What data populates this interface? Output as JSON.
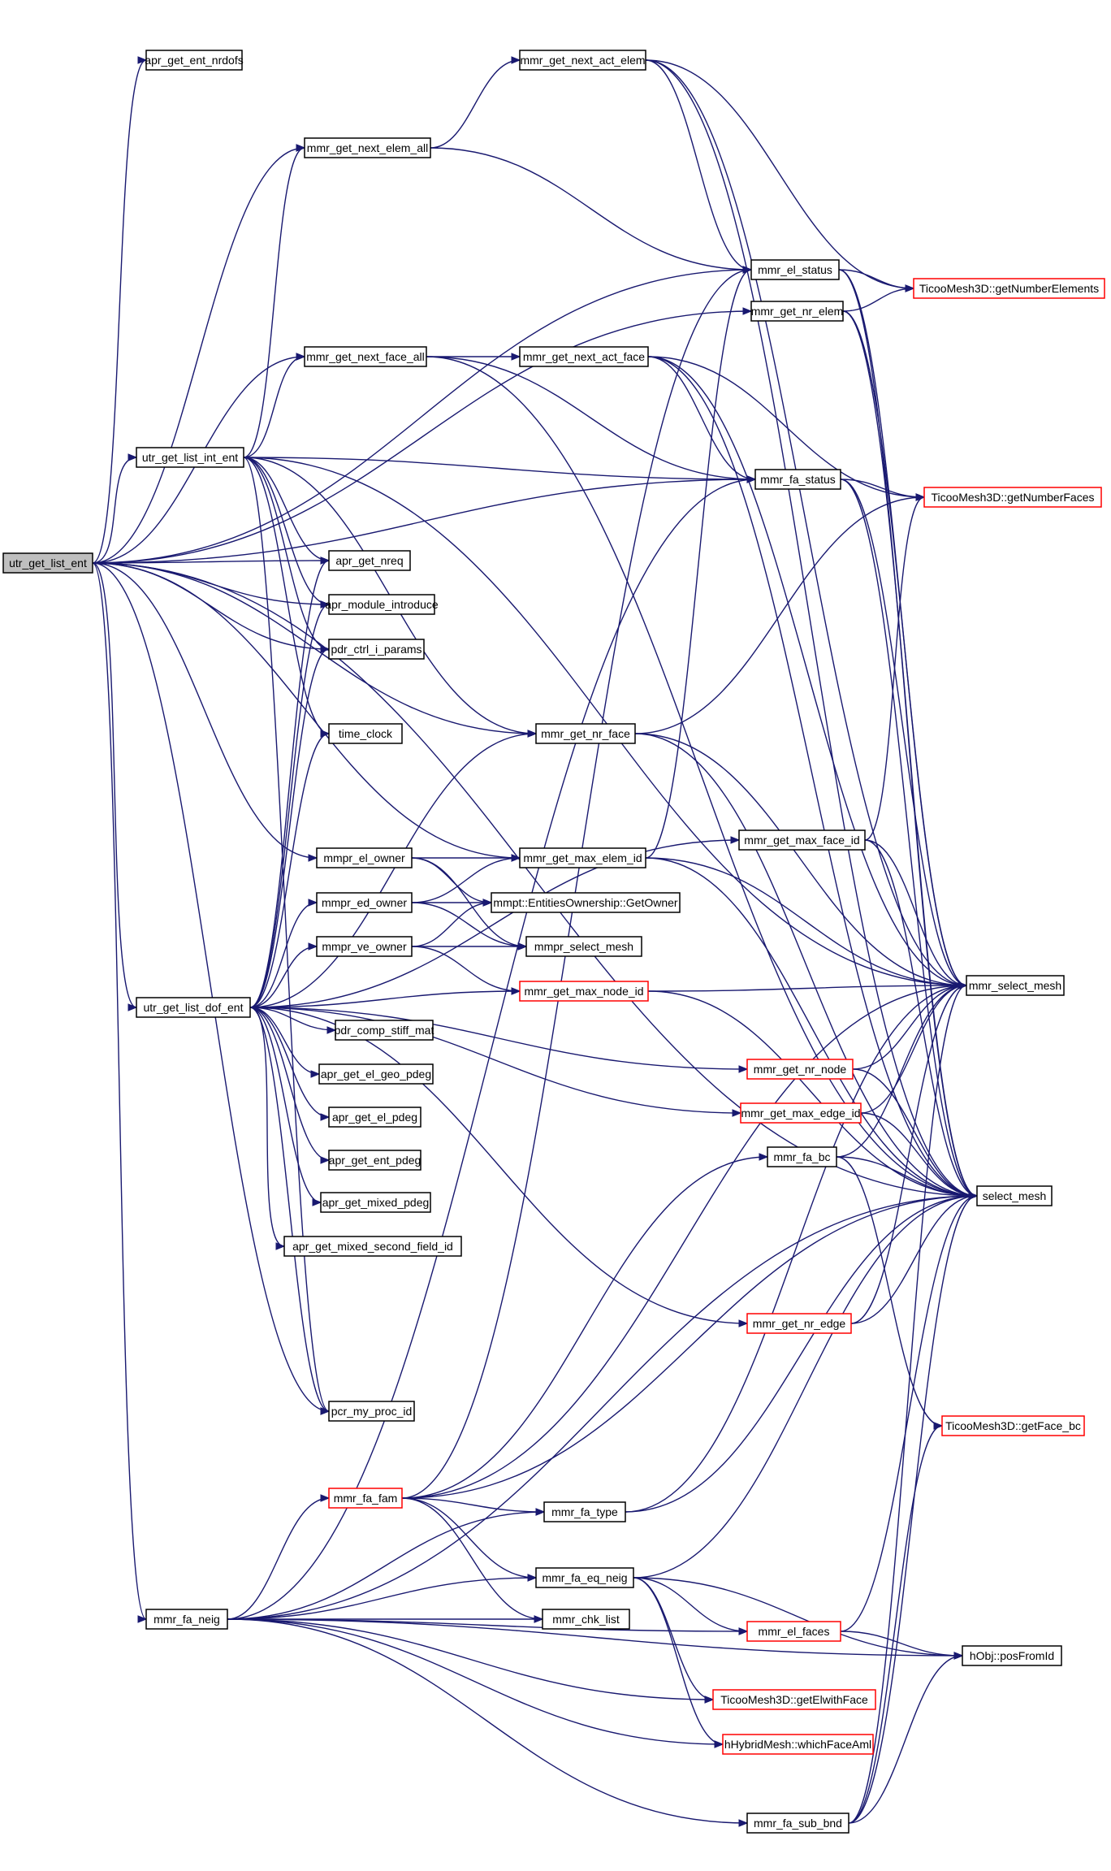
{
  "colors": {
    "edge": "#191970",
    "node_border": "#000000",
    "truncated_border": "#ff0000",
    "root_fill": "#bfbfbf",
    "node_fill": "#ffffff"
  },
  "nodes": {
    "utr_get_list_ent": {
      "label": "utr_get_list_ent",
      "root": true
    },
    "apr_get_ent_nrdofs": {
      "label": "apr_get_ent_nrdofs"
    },
    "mmr_get_next_elem_all": {
      "label": "mmr_get_next_elem_all"
    },
    "mmr_get_next_act_elem": {
      "label": "mmr_get_next_act_elem"
    },
    "mmr_el_status": {
      "label": "mmr_el_status"
    },
    "mmr_get_nr_elem": {
      "label": "mmr_get_nr_elem"
    },
    "TicooMesh3D_getNumberElements": {
      "label": "TicooMesh3D::getNumberElements",
      "truncated": true
    },
    "mmr_get_next_face_all": {
      "label": "mmr_get_next_face_all"
    },
    "mmr_get_next_act_face": {
      "label": "mmr_get_next_act_face"
    },
    "utr_get_list_int_ent": {
      "label": "utr_get_list_int_ent"
    },
    "mmr_fa_status": {
      "label": "mmr_fa_status"
    },
    "TicooMesh3D_getNumberFaces": {
      "label": "TicooMesh3D::getNumberFaces",
      "truncated": true
    },
    "apr_get_nreq": {
      "label": "apr_get_nreq"
    },
    "apr_module_introduce": {
      "label": "apr_module_introduce"
    },
    "pdr_ctrl_i_params": {
      "label": "pdr_ctrl_i_params"
    },
    "time_clock": {
      "label": "time_clock"
    },
    "mmr_get_nr_face": {
      "label": "mmr_get_nr_face"
    },
    "mmpr_el_owner": {
      "label": "mmpr_el_owner"
    },
    "mmr_get_max_elem_id": {
      "label": "mmr_get_max_elem_id"
    },
    "mmr_get_max_face_id": {
      "label": "mmr_get_max_face_id"
    },
    "mmpr_ed_owner": {
      "label": "mmpr_ed_owner"
    },
    "mmpt_EntitiesOwnership_GetOwner": {
      "label": "mmpt::EntitiesOwnership::GetOwner"
    },
    "mmpr_ve_owner": {
      "label": "mmpr_ve_owner"
    },
    "mmpr_select_mesh": {
      "label": "mmpr_select_mesh"
    },
    "mmr_select_mesh": {
      "label": "mmr_select_mesh"
    },
    "utr_get_list_dof_ent": {
      "label": "utr_get_list_dof_ent"
    },
    "mmr_get_max_node_id": {
      "label": "mmr_get_max_node_id",
      "truncated": true
    },
    "pdr_comp_stiff_mat": {
      "label": "pdr_comp_stiff_mat"
    },
    "apr_get_el_geo_pdeg": {
      "label": "apr_get_el_geo_pdeg"
    },
    "mmr_get_nr_node": {
      "label": "mmr_get_nr_node",
      "truncated": true
    },
    "apr_get_el_pdeg": {
      "label": "apr_get_el_pdeg"
    },
    "mmr_get_max_edge_id": {
      "label": "mmr_get_max_edge_id",
      "truncated": true
    },
    "mmr_fa_bc": {
      "label": "mmr_fa_bc"
    },
    "apr_get_ent_pdeg": {
      "label": "apr_get_ent_pdeg"
    },
    "select_mesh": {
      "label": "select_mesh"
    },
    "apr_get_mixed_pdeg": {
      "label": "apr_get_mixed_pdeg"
    },
    "apr_get_mixed_second_field_id": {
      "label": "apr_get_mixed_second_field_id"
    },
    "mmr_get_nr_edge": {
      "label": "mmr_get_nr_edge",
      "truncated": true
    },
    "pcr_my_proc_id": {
      "label": "pcr_my_proc_id"
    },
    "TicooMesh3D_getFace_bc": {
      "label": "TicooMesh3D::getFace_bc",
      "truncated": true
    },
    "mmr_fa_fam": {
      "label": "mmr_fa_fam",
      "truncated": true
    },
    "mmr_fa_type": {
      "label": "mmr_fa_type"
    },
    "mmr_fa_eq_neig": {
      "label": "mmr_fa_eq_neig"
    },
    "mmr_fa_neig": {
      "label": "mmr_fa_neig"
    },
    "mmr_chk_list": {
      "label": "mmr_chk_list"
    },
    "mmr_el_faces": {
      "label": "mmr_el_faces",
      "truncated": true
    },
    "hObj_posFromId": {
      "label": "hObj::posFromId"
    },
    "TicooMesh3D_getElwithFace": {
      "label": "TicooMesh3D::getElwithFace",
      "truncated": true
    },
    "hHybridMesh_whichFaceAml": {
      "label": "hHybridMesh::whichFaceAml",
      "truncated": true
    },
    "mmr_fa_sub_bnd": {
      "label": "mmr_fa_sub_bnd"
    }
  },
  "edges": [
    [
      "utr_get_list_ent",
      "apr_get_ent_nrdofs"
    ],
    [
      "utr_get_list_ent",
      "mmr_get_next_elem_all"
    ],
    [
      "utr_get_list_ent",
      "mmr_el_status"
    ],
    [
      "utr_get_list_ent",
      "mmr_get_nr_elem"
    ],
    [
      "utr_get_list_ent",
      "utr_get_list_int_ent"
    ],
    [
      "utr_get_list_ent",
      "mmr_get_next_face_all"
    ],
    [
      "utr_get_list_ent",
      "mmr_fa_status"
    ],
    [
      "utr_get_list_ent",
      "apr_get_nreq"
    ],
    [
      "utr_get_list_ent",
      "apr_module_introduce"
    ],
    [
      "utr_get_list_ent",
      "pdr_ctrl_i_params"
    ],
    [
      "utr_get_list_ent",
      "mmr_get_nr_face"
    ],
    [
      "utr_get_list_ent",
      "mmpr_el_owner"
    ],
    [
      "utr_get_list_ent",
      "mmr_get_max_elem_id"
    ],
    [
      "utr_get_list_ent",
      "utr_get_list_dof_ent"
    ],
    [
      "utr_get_list_ent",
      "select_mesh"
    ],
    [
      "utr_get_list_ent",
      "pcr_my_proc_id"
    ],
    [
      "utr_get_list_ent",
      "mmr_fa_neig"
    ],
    [
      "mmr_get_next_elem_all",
      "mmr_get_next_act_elem"
    ],
    [
      "mmr_get_next_elem_all",
      "mmr_el_status"
    ],
    [
      "mmr_get_next_act_elem",
      "mmr_el_status"
    ],
    [
      "mmr_get_next_act_elem",
      "TicooMesh3D_getNumberElements"
    ],
    [
      "mmr_get_next_act_elem",
      "mmr_select_mesh"
    ],
    [
      "mmr_get_next_act_elem",
      "select_mesh"
    ],
    [
      "mmr_el_status",
      "TicooMesh3D_getNumberElements"
    ],
    [
      "mmr_el_status",
      "mmr_select_mesh"
    ],
    [
      "mmr_el_status",
      "select_mesh"
    ],
    [
      "mmr_get_nr_elem",
      "TicooMesh3D_getNumberElements"
    ],
    [
      "mmr_get_nr_elem",
      "mmr_select_mesh"
    ],
    [
      "mmr_get_nr_elem",
      "select_mesh"
    ],
    [
      "utr_get_list_int_ent",
      "mmr_get_next_elem_all"
    ],
    [
      "utr_get_list_int_ent",
      "mmr_get_next_face_all"
    ],
    [
      "utr_get_list_int_ent",
      "mmr_fa_status"
    ],
    [
      "utr_get_list_int_ent",
      "apr_get_nreq"
    ],
    [
      "utr_get_list_int_ent",
      "apr_module_introduce"
    ],
    [
      "utr_get_list_int_ent",
      "pdr_ctrl_i_params"
    ],
    [
      "utr_get_list_int_ent",
      "time_clock"
    ],
    [
      "utr_get_list_int_ent",
      "mmr_get_nr_face"
    ],
    [
      "utr_get_list_int_ent",
      "mmr_select_mesh"
    ],
    [
      "utr_get_list_int_ent",
      "pcr_my_proc_id"
    ],
    [
      "mmr_get_next_face_all",
      "mmr_get_next_act_face"
    ],
    [
      "mmr_get_next_face_all",
      "mmr_fa_status"
    ],
    [
      "mmr_get_next_face_all",
      "select_mesh"
    ],
    [
      "mmr_get_next_act_face",
      "mmr_fa_status"
    ],
    [
      "mmr_get_next_act_face",
      "TicooMesh3D_getNumberFaces"
    ],
    [
      "mmr_get_next_act_face",
      "mmr_select_mesh"
    ],
    [
      "mmr_get_next_act_face",
      "select_mesh"
    ],
    [
      "mmr_fa_status",
      "TicooMesh3D_getNumberFaces"
    ],
    [
      "mmr_fa_status",
      "mmr_select_mesh"
    ],
    [
      "mmr_fa_status",
      "select_mesh"
    ],
    [
      "mmr_get_nr_face",
      "TicooMesh3D_getNumberFaces"
    ],
    [
      "mmr_get_nr_face",
      "mmr_select_mesh"
    ],
    [
      "mmr_get_nr_face",
      "select_mesh"
    ],
    [
      "mmpr_el_owner",
      "mmr_get_max_elem_id"
    ],
    [
      "mmpr_el_owner",
      "mmpt_EntitiesOwnership_GetOwner"
    ],
    [
      "mmpr_el_owner",
      "mmpr_select_mesh"
    ],
    [
      "mmr_get_max_elem_id",
      "mmr_el_status"
    ],
    [
      "mmr_get_max_elem_id",
      "mmr_select_mesh"
    ],
    [
      "mmr_get_max_elem_id",
      "select_mesh"
    ],
    [
      "mmr_get_max_face_id",
      "TicooMesh3D_getNumberFaces"
    ],
    [
      "mmr_get_max_face_id",
      "mmr_select_mesh"
    ],
    [
      "mmr_get_max_face_id",
      "select_mesh"
    ],
    [
      "mmpr_ed_owner",
      "mmr_get_max_elem_id"
    ],
    [
      "mmpr_ed_owner",
      "mmpt_EntitiesOwnership_GetOwner"
    ],
    [
      "mmpr_ed_owner",
      "mmpr_select_mesh"
    ],
    [
      "mmpr_ve_owner",
      "mmpt_EntitiesOwnership_GetOwner"
    ],
    [
      "mmpr_ve_owner",
      "mmpr_select_mesh"
    ],
    [
      "mmpr_ve_owner",
      "mmr_get_max_node_id"
    ],
    [
      "utr_get_list_dof_ent",
      "apr_get_nreq"
    ],
    [
      "utr_get_list_dof_ent",
      "apr_module_introduce"
    ],
    [
      "utr_get_list_dof_ent",
      "pdr_ctrl_i_params"
    ],
    [
      "utr_get_list_dof_ent",
      "time_clock"
    ],
    [
      "utr_get_list_dof_ent",
      "mmr_get_nr_face"
    ],
    [
      "utr_get_list_dof_ent",
      "mmr_get_max_face_id"
    ],
    [
      "utr_get_list_dof_ent",
      "mmpr_ed_owner"
    ],
    [
      "utr_get_list_dof_ent",
      "mmpr_ve_owner"
    ],
    [
      "utr_get_list_dof_ent",
      "mmr_get_max_node_id"
    ],
    [
      "utr_get_list_dof_ent",
      "pdr_comp_stiff_mat"
    ],
    [
      "utr_get_list_dof_ent",
      "apr_get_el_geo_pdeg"
    ],
    [
      "utr_get_list_dof_ent",
      "apr_get_el_pdeg"
    ],
    [
      "utr_get_list_dof_ent",
      "apr_get_ent_pdeg"
    ],
    [
      "utr_get_list_dof_ent",
      "apr_get_mixed_pdeg"
    ],
    [
      "utr_get_list_dof_ent",
      "apr_get_mixed_second_field_id"
    ],
    [
      "utr_get_list_dof_ent",
      "mmr_get_nr_node"
    ],
    [
      "utr_get_list_dof_ent",
      "mmr_get_max_edge_id"
    ],
    [
      "utr_get_list_dof_ent",
      "mmr_get_nr_edge"
    ],
    [
      "utr_get_list_dof_ent",
      "pcr_my_proc_id"
    ],
    [
      "mmr_get_max_node_id",
      "mmr_select_mesh"
    ],
    [
      "mmr_get_max_node_id",
      "select_mesh"
    ],
    [
      "mmr_get_nr_node",
      "mmr_select_mesh"
    ],
    [
      "mmr_get_nr_node",
      "select_mesh"
    ],
    [
      "mmr_get_max_edge_id",
      "mmr_select_mesh"
    ],
    [
      "mmr_get_max_edge_id",
      "select_mesh"
    ],
    [
      "mmr_fa_bc",
      "mmr_select_mesh"
    ],
    [
      "mmr_fa_bc",
      "select_mesh"
    ],
    [
      "mmr_fa_bc",
      "TicooMesh3D_getFace_bc"
    ],
    [
      "mmr_get_nr_edge",
      "mmr_select_mesh"
    ],
    [
      "mmr_get_nr_edge",
      "select_mesh"
    ],
    [
      "mmr_fa_fam",
      "mmr_el_status"
    ],
    [
      "mmr_fa_fam",
      "mmr_fa_bc"
    ],
    [
      "mmr_fa_fam",
      "mmr_select_mesh"
    ],
    [
      "mmr_fa_fam",
      "select_mesh"
    ],
    [
      "mmr_fa_fam",
      "mmr_fa_type"
    ],
    [
      "mmr_fa_fam",
      "mmr_fa_eq_neig"
    ],
    [
      "mmr_fa_fam",
      "mmr_chk_list"
    ],
    [
      "mmr_fa_type",
      "mmr_select_mesh"
    ],
    [
      "mmr_fa_type",
      "select_mesh"
    ],
    [
      "mmr_fa_eq_neig",
      "select_mesh"
    ],
    [
      "mmr_fa_eq_neig",
      "mmr_el_faces"
    ],
    [
      "mmr_fa_eq_neig",
      "hObj_posFromId"
    ],
    [
      "mmr_fa_eq_neig",
      "TicooMesh3D_getElwithFace"
    ],
    [
      "mmr_fa_eq_neig",
      "hHybridMesh_whichFaceAml"
    ],
    [
      "mmr_fa_neig",
      "mmr_fa_fam"
    ],
    [
      "mmr_fa_neig",
      "mmr_fa_type"
    ],
    [
      "mmr_fa_neig",
      "mmr_fa_eq_neig"
    ],
    [
      "mmr_fa_neig",
      "mmr_chk_list"
    ],
    [
      "mmr_fa_neig",
      "mmr_el_faces"
    ],
    [
      "mmr_fa_neig",
      "TicooMesh3D_getElwithFace"
    ],
    [
      "mmr_fa_neig",
      "hHybridMesh_whichFaceAml"
    ],
    [
      "mmr_fa_neig",
      "mmr_fa_sub_bnd"
    ],
    [
      "mmr_fa_neig",
      "select_mesh"
    ],
    [
      "mmr_fa_neig",
      "mmr_fa_status"
    ],
    [
      "mmr_fa_neig",
      "hObj_posFromId"
    ],
    [
      "mmr_el_faces",
      "select_mesh"
    ],
    [
      "mmr_el_faces",
      "hObj_posFromId"
    ],
    [
      "mmr_fa_sub_bnd",
      "mmr_select_mesh"
    ],
    [
      "mmr_fa_sub_bnd",
      "select_mesh"
    ],
    [
      "mmr_fa_sub_bnd",
      "TicooMesh3D_getFace_bc"
    ],
    [
      "mmr_fa_sub_bnd",
      "hObj_posFromId"
    ]
  ]
}
